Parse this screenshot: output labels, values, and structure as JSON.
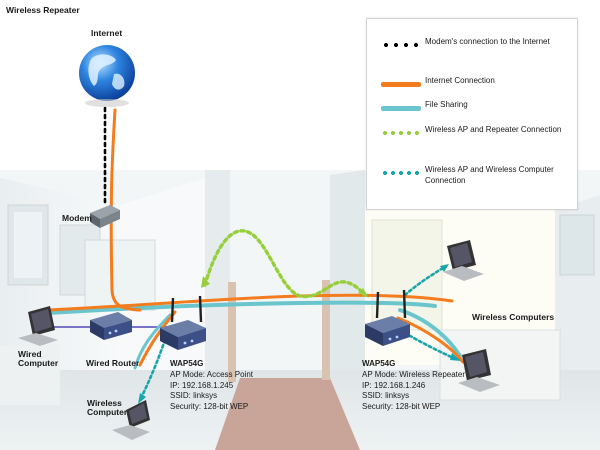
{
  "title": "Wireless Repeater",
  "nodes": {
    "internet": "Internet",
    "modem": "Modem",
    "wired_computer": "Wired\nComputer",
    "wired_router": "Wired Router",
    "wireless_computer": "Wireless\nComputer",
    "wireless_computers": "Wireless Computers"
  },
  "ap_left": {
    "name": "WAP54G",
    "lines": [
      "AP Mode: Access Point",
      "IP: 192.168.1.245",
      "SSID: linksys",
      "Security: 128-bit WEP"
    ]
  },
  "ap_right": {
    "name": "WAP54G",
    "lines": [
      "AP Mode: Wireless Repeater",
      "IP: 192.168.1.246",
      "SSID: linksys",
      "Security: 128-bit WEP"
    ]
  },
  "legend": [
    {
      "style": "black-dots",
      "label": "Modem's connection to the Internet"
    },
    {
      "style": "orange-line",
      "label": "Internet Connection"
    },
    {
      "style": "blue-line",
      "label": "File Sharing"
    },
    {
      "style": "green-dots",
      "label": "Wireless AP and Repeater Connection"
    },
    {
      "style": "teal-dots",
      "label": "Wireless AP and Wireless Computer Connection"
    }
  ],
  "colors": {
    "internet": "#f27c1e",
    "file_sharing": "#6ac5cc",
    "wireless_link": "#95cf3a",
    "client_link": "#16a6ab",
    "modem_link": "#000000",
    "ethernet": "#7a74c6"
  },
  "icons": [
    "globe-icon",
    "modem-icon",
    "router-icon",
    "access-point-icon",
    "laptop-icon"
  ]
}
